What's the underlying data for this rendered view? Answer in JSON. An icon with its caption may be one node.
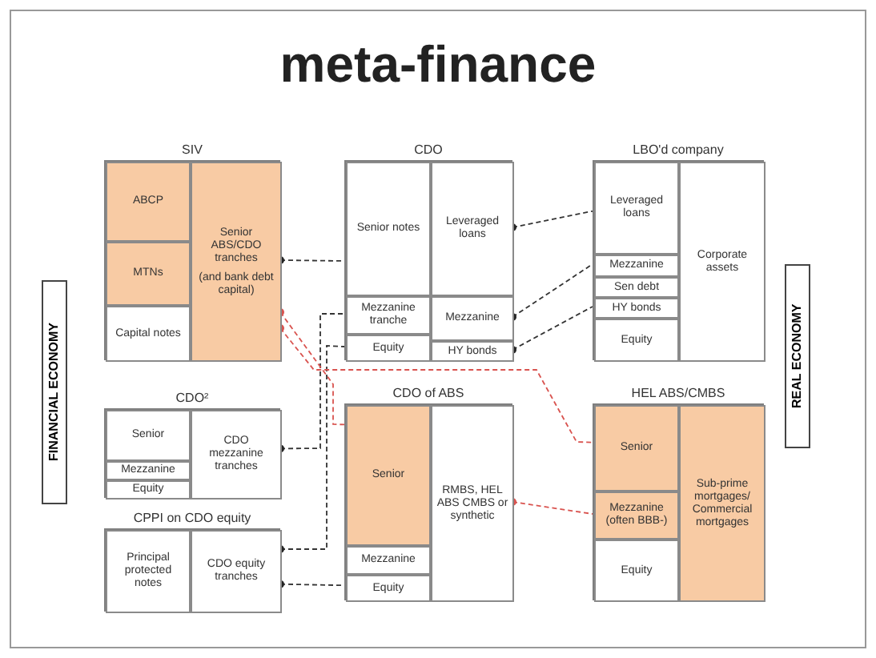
{
  "diagram": {
    "title": "meta-finance",
    "nodes": [
      {
        "text": [
          "SIV"
        ]
      },
      {
        "text": [
          "ABCP"
        ],
        "in": 0
      },
      {
        "text": [
          "MTNs"
        ],
        "in": 0
      },
      {
        "text": [
          "Capital notes"
        ],
        "in": 0
      },
      {
        "text": [
          "Senior ABS/CDO tranches",
          "(and bank debt capital)"
        ],
        "in": 0
      },
      {
        "text": [
          "CDO"
        ]
      },
      {
        "text": [
          "Senior notes"
        ],
        "in": 5
      },
      {
        "text": [
          "Mezzanine tranche"
        ],
        "in": 5
      },
      {
        "text": [
          "Equity"
        ],
        "in": 5
      },
      {
        "text": [
          "Leveraged loans"
        ],
        "in": 5
      },
      {
        "text": [
          "Mezzanine"
        ],
        "in": 5
      },
      {
        "text": [
          "HY bonds"
        ],
        "in": 5
      },
      {
        "text": [
          "LBO'd company"
        ]
      },
      {
        "text": [
          "Leveraged loans"
        ],
        "in": 12
      },
      {
        "text": [
          "Mezzanine"
        ],
        "in": 12
      },
      {
        "text": [
          "Sen debt"
        ],
        "in": 12
      },
      {
        "text": [
          "HY bonds"
        ],
        "in": 12
      },
      {
        "text": [
          "Equity"
        ],
        "in": 12
      },
      {
        "text": [
          "Corporate assets"
        ],
        "in": 12
      },
      {
        "text": [
          "CDO²"
        ]
      },
      {
        "text": [
          "Senior"
        ],
        "in": 19
      },
      {
        "text": [
          "Mezzanine"
        ],
        "in": 19
      },
      {
        "text": [
          "Equity"
        ],
        "in": 19
      },
      {
        "text": [
          "CDO mezzanine tranches"
        ],
        "in": 19
      },
      {
        "text": [
          "CDO of ABS"
        ]
      },
      {
        "text": [
          "Senior"
        ],
        "in": 24
      },
      {
        "text": [
          "Mezzanine"
        ],
        "in": 24
      },
      {
        "text": [
          "Equity"
        ],
        "in": 24
      },
      {
        "text": [
          "RMBS, HEL ABS CMBS or synthetic"
        ],
        "in": 24
      },
      {
        "text": [
          "HEL ABS/CMBS"
        ]
      },
      {
        "text": [
          "Senior"
        ],
        "in": 29
      },
      {
        "text": [
          "Mezzanine (often BBB-)"
        ],
        "in": 29
      },
      {
        "text": [
          "Equity"
        ],
        "in": 29
      },
      {
        "text": [
          "Sub-prime mortgages/ Commercial mortgages"
        ],
        "in": 29
      },
      {
        "text": [
          "CPPI on CDO equity"
        ]
      },
      {
        "text": [
          "Principal protected notes"
        ],
        "in": 34
      },
      {
        "text": [
          "CDO equity tranches"
        ],
        "in": 34
      },
      {
        "text": [
          "FINANCIAL ECONOMY"
        ]
      },
      {
        "text": [
          "REAL ECONOMY"
        ]
      }
    ],
    "edges": [
      {
        "from": 4,
        "to": 6,
        "arrow": "other",
        "style": "dashed"
      },
      {
        "from": 9,
        "to": 13,
        "arrow": "other",
        "style": "dashed"
      },
      {
        "from": 10,
        "to": 14,
        "arrow": "other",
        "style": "dashed"
      },
      {
        "from": 11,
        "to": 16,
        "arrow": "other",
        "style": "dashed"
      },
      {
        "from": 23,
        "to": 7,
        "arrow": "other",
        "style": "dashed"
      },
      {
        "from": 36,
        "to": 8,
        "arrow": "other",
        "style": "dashed"
      },
      {
        "from": 36,
        "to": 27,
        "arrow": "other",
        "style": "dashed"
      },
      {
        "from": 4,
        "to": 25,
        "arrow": "other",
        "style": "dashed",
        "color": "#d9534f"
      },
      {
        "from": 4,
        "to": 30,
        "arrow": "other",
        "style": "dashed",
        "color": "#d9534f"
      },
      {
        "from": 28,
        "to": 31,
        "arrow": "other",
        "style": "dashed",
        "color": "#d9534f"
      }
    ]
  }
}
